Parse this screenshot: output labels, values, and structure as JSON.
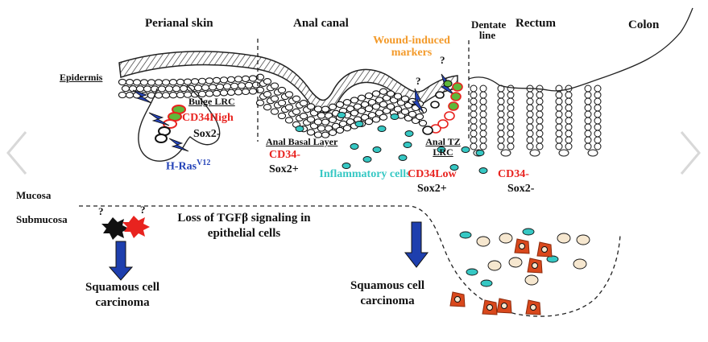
{
  "regions": {
    "perianal": "Perianal skin",
    "anal_canal": "Anal canal",
    "rectum": "Rectum",
    "colon": "Colon",
    "dentate": "Dentate line"
  },
  "labels": {
    "epidermis": "Epidermis",
    "bulge_lrc": "Bulge LRC",
    "cd34high": "CD34High",
    "sox2_neg_1": "Sox2-",
    "hras": "H-Ras",
    "hras_sup": "V12",
    "anal_basal": "Anal Basal Layer",
    "cd34neg_1": "CD34-",
    "sox2pos_1": "Sox2+",
    "inflammatory": "Inflammatory cells",
    "anal_tz": "Anal TZ LRC",
    "cd34low": "CD34Low",
    "sox2pos_2": "Sox2+",
    "cd34neg_2": "CD34-",
    "sox2neg_2": "Sox2-",
    "wound": "Wound-induced markers",
    "qmark": "?",
    "mucosa": "Mucosa",
    "submucosa": "Submucosa",
    "tgfb": "Loss of TGFβ signaling in epithelial cells",
    "scc_left": "Squamous cell carcinoma",
    "scc_right": "Squamous cell carcinoma"
  },
  "colors": {
    "red": "#e8231f",
    "blue": "#2443b8",
    "cyan": "#36c8c4",
    "orange": "#f39a2a",
    "green": "#5fb83a",
    "tan": "#f6e7cf",
    "tumor": "#d9481c"
  },
  "icons": {
    "prev": "chevron-left-icon",
    "next": "chevron-right-icon"
  }
}
